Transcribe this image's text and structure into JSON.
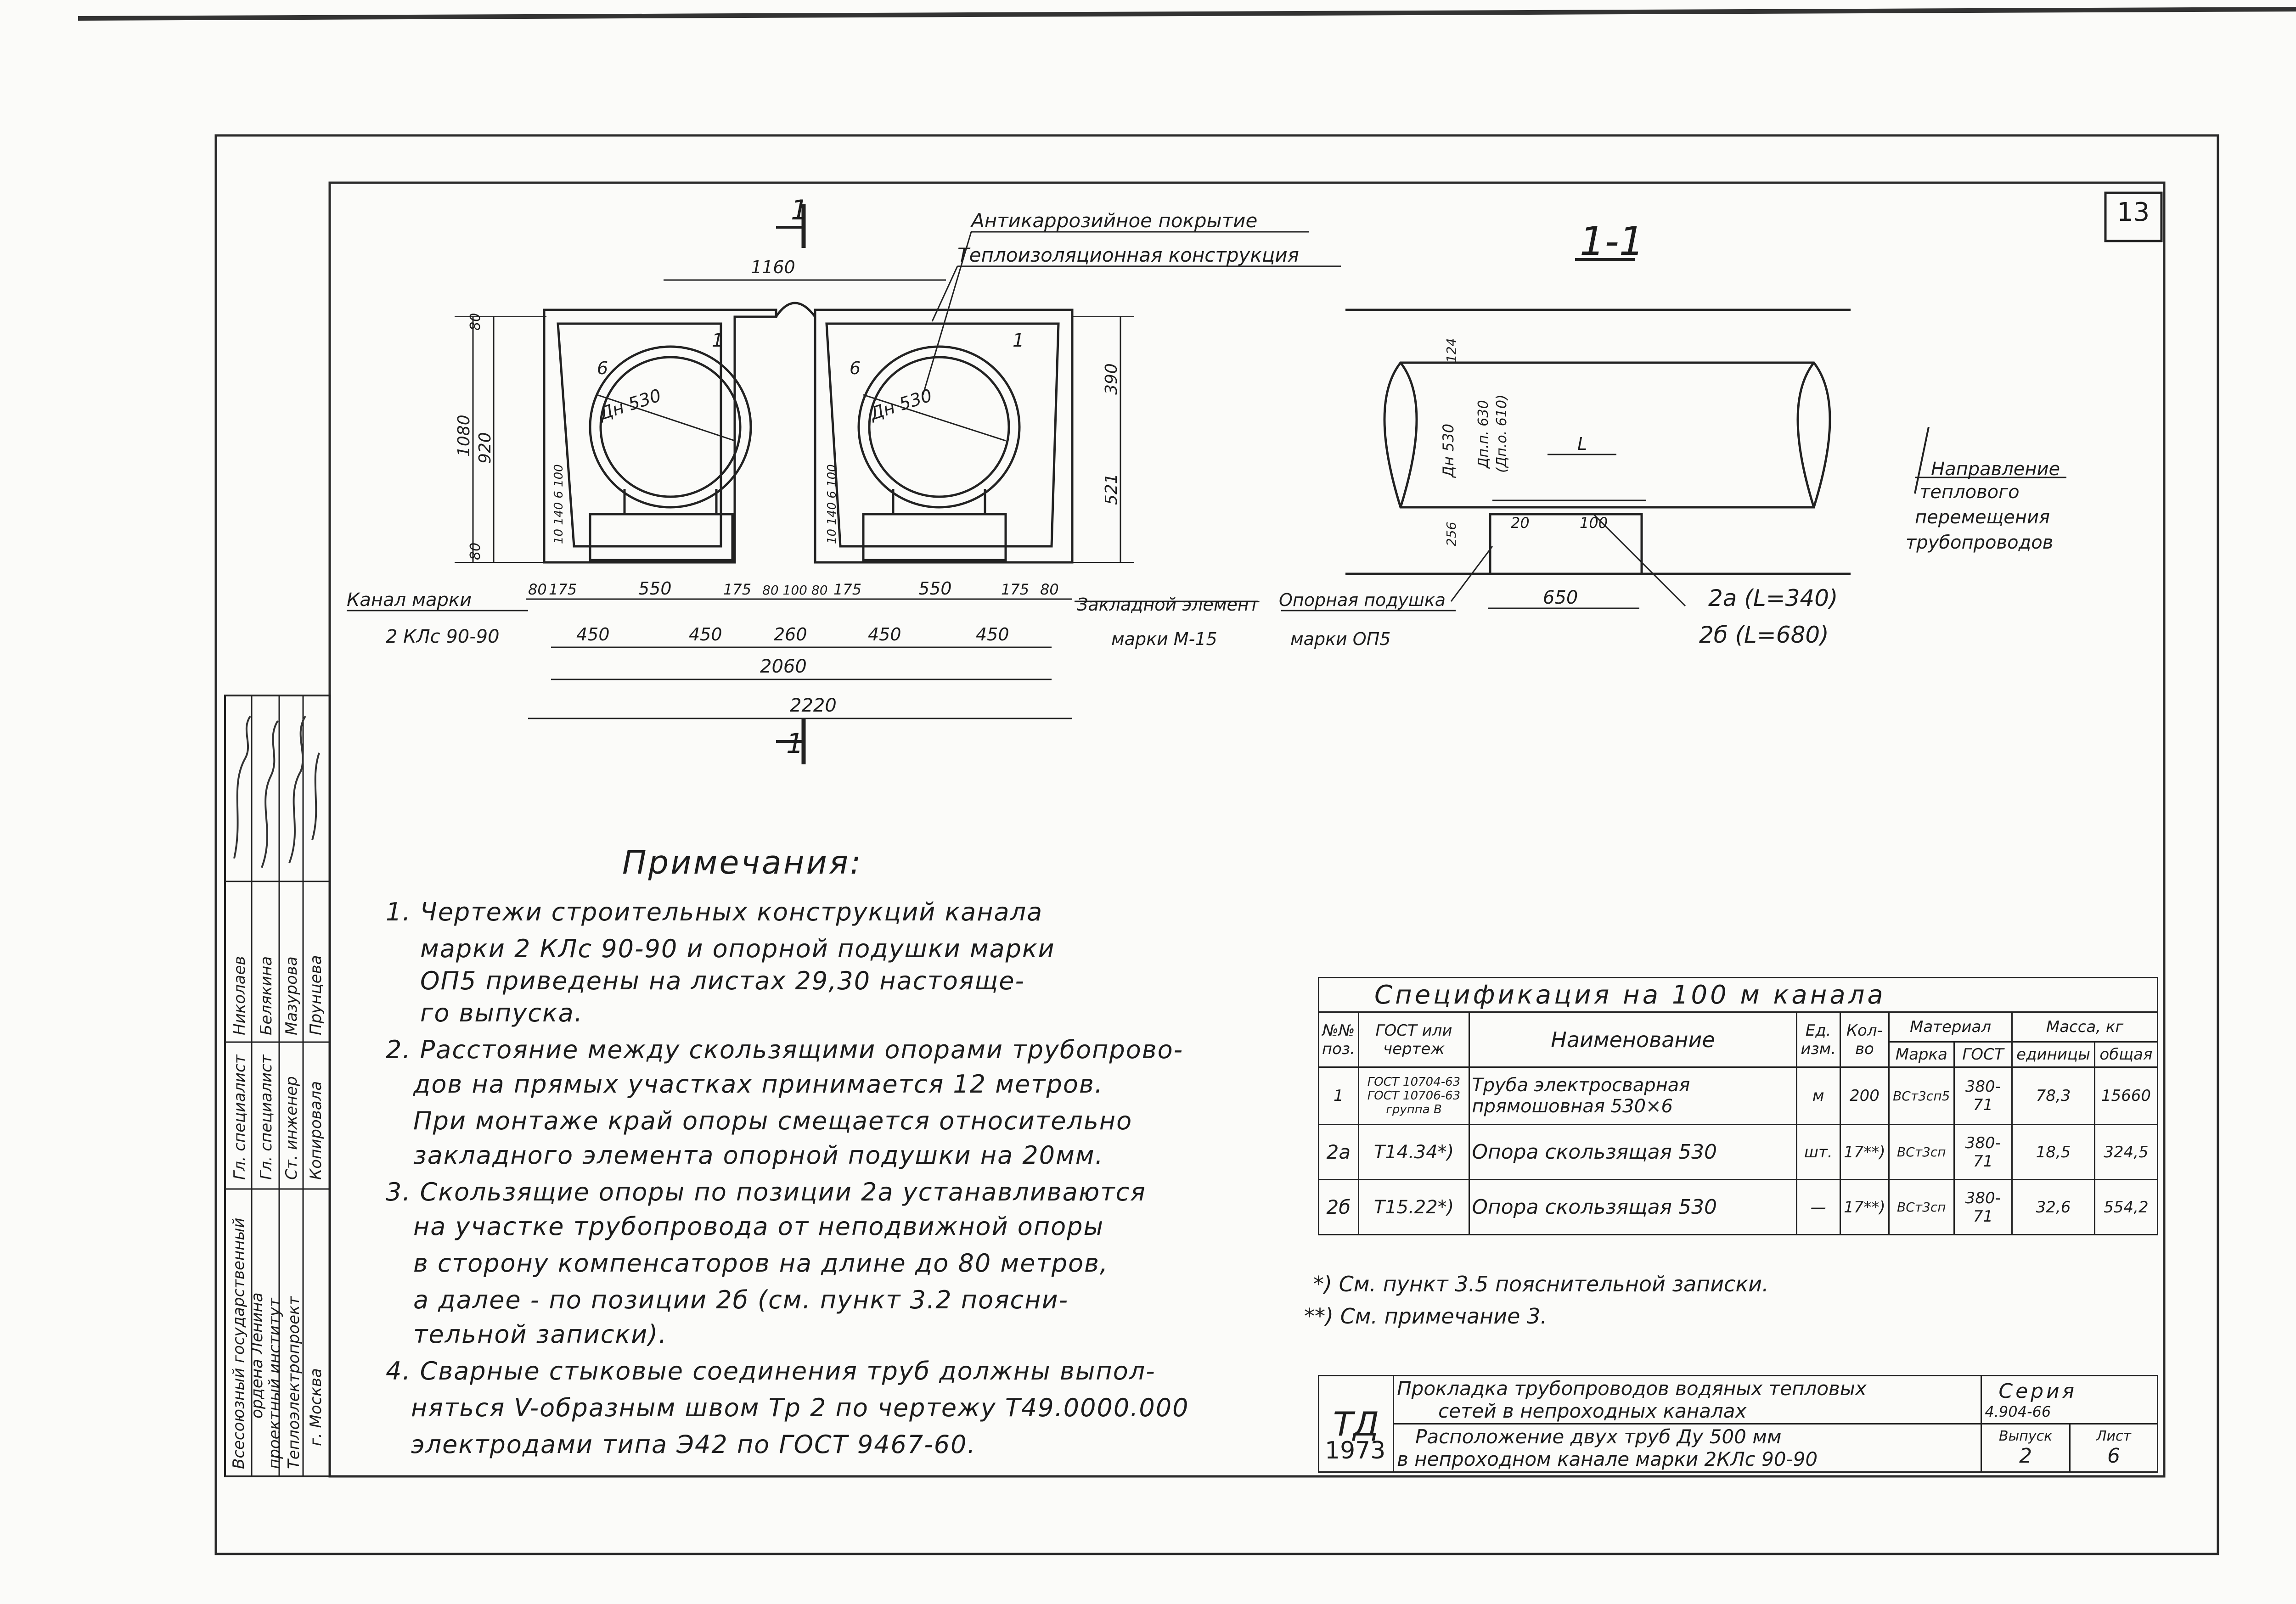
{
  "sheet": {
    "number": "13"
  },
  "drawing": {
    "section_mark": "1",
    "section_title": "1-1",
    "labels": {
      "coating": "Антикаррозийное покрытие",
      "insulation": "Теплоизоляционная конструкция",
      "channel_label": "Канал марки",
      "channel_mark": "2 КЛс 90-90",
      "embedded_label": "Закладной элемент",
      "embedded_mark": "марки М-15",
      "pad_label": "Опорная подушка",
      "pad_mark": "марки ОП5",
      "direction_1": "Направление",
      "direction_2": "теплового",
      "direction_3": "перемещения",
      "direction_4": "трубопроводов"
    },
    "pipe_dn": "Дн 530",
    "pipe_no": "1",
    "ins_no": "6",
    "dims": {
      "d1160": "1160",
      "d80": "80",
      "d920": "920",
      "d1080": "1080",
      "d390": "390",
      "d521": "521",
      "d10": "10",
      "d140": "140",
      "d6100": "6 100",
      "d175": "175",
      "d550": "550",
      "d450": "450",
      "d260": "260",
      "d2060": "2060",
      "d2220": "2220",
      "d80100": "80 100 80",
      "dn530": "Дн 530",
      "dnp": "Дп.п. 630",
      "dno": "(Дп.о. 610)",
      "d124": "124",
      "d256": "256",
      "dL": "L",
      "d20": "20",
      "d100": "100",
      "d650": "650",
      "pos2a": "2а (L=340)",
      "pos2b": "2б (L=680)"
    }
  },
  "notes": {
    "title": "Примечания:",
    "lines": [
      "1. Чертежи строительных конструкций канала",
      "марки 2 КЛс 90-90 и опорной подушки марки",
      "ОП5 приведены на листах 29,30 настояще-",
      "го выпуска.",
      "2. Расстояние между скользящими опорами трубопрово-",
      "дов на прямых участках принимается 12 метров.",
      "При монтаже край опоры смещается относительно",
      "закладного элемента опорной подушки на 20мм.",
      "3. Скользящие опоры по позиции 2а устанавливаются",
      "на участке трубопровода от неподвижной опоры",
      "в сторону компенсаторов на длине до 80 метров,",
      "а далее - по позиции 2б (см. пункт 3.2 поясни-",
      "тельной записки).",
      "4. Сварные стыковые соединения труб должны выпол-",
      "няться V-образным швом Тр 2 по чертежу Т49.0000.000",
      "электродами типа Э42 по ГОСТ 9467-60."
    ]
  },
  "spec": {
    "title": "Спецификация на 100 м канала",
    "headers": {
      "pos": "№№ поз.",
      "gost": "ГОСТ или чертеж",
      "name": "Наименование",
      "unit": "Ед. изм.",
      "qty": "Кол-во",
      "material": "Материал",
      "mark": "Марка",
      "mgost": "ГОСТ",
      "mass": "Масса, кг",
      "unit_mass": "единицы",
      "total": "общая"
    },
    "rows": [
      {
        "pos": "1",
        "gost": "ГОСТ 10704-63 ГОСТ 10706-63 группа В",
        "name": "Труба электросварная прямошовная 530×6",
        "unit": "м",
        "qty": "200",
        "mark": "ВСт3сп5",
        "mgost": "380-71",
        "unit_mass": "78,3",
        "total": "15660"
      },
      {
        "pos": "2а",
        "gost": "Т14.34*)",
        "name": "Опора скользящая 530",
        "unit": "шт.",
        "qty": "17**)",
        "mark": "ВСт3сп",
        "mgost": "380-71",
        "unit_mass": "18,5",
        "total": "324,5"
      },
      {
        "pos": "2б",
        "gost": "Т15.22*)",
        "name": "Опора скользящая 530",
        "unit": "—",
        "qty": "17**)",
        "mark": "ВСт3сп",
        "mgost": "380-71",
        "unit_mass": "32,6",
        "total": "554,2"
      }
    ],
    "footnotes": [
      "*) См. пункт 3.5 пояснительной записки.",
      "**) См. примечание 3."
    ]
  },
  "title_block": {
    "code": "ТД",
    "year": "1973",
    "title_1": "Прокладка трубопроводов водяных тепловых",
    "title_2": "сетей в непроходных каналах",
    "sub_1": "Расположение двух труб Ду 500 мм",
    "sub_2": "в непроходном канале марки 2КЛс 90-90",
    "series_label": "Серия",
    "series": "4.904-66",
    "issue_label": "Выпуск",
    "issue": "2",
    "sheet_label": "Лист",
    "sheet": "6"
  },
  "stamp": {
    "org_1": "Всесоюзный государственный",
    "org_2": "ордена Ленина",
    "org_3": "проектный институт",
    "org_4": "Теплоэлектропроект",
    "org_5": "г. Москва",
    "roles": [
      "Гл. специалист",
      "Гл. специалист",
      "Ст. инженер",
      "Копировала"
    ],
    "names": [
      "Николаев",
      "Белякина",
      "Мазурова",
      "Прунцева"
    ]
  }
}
